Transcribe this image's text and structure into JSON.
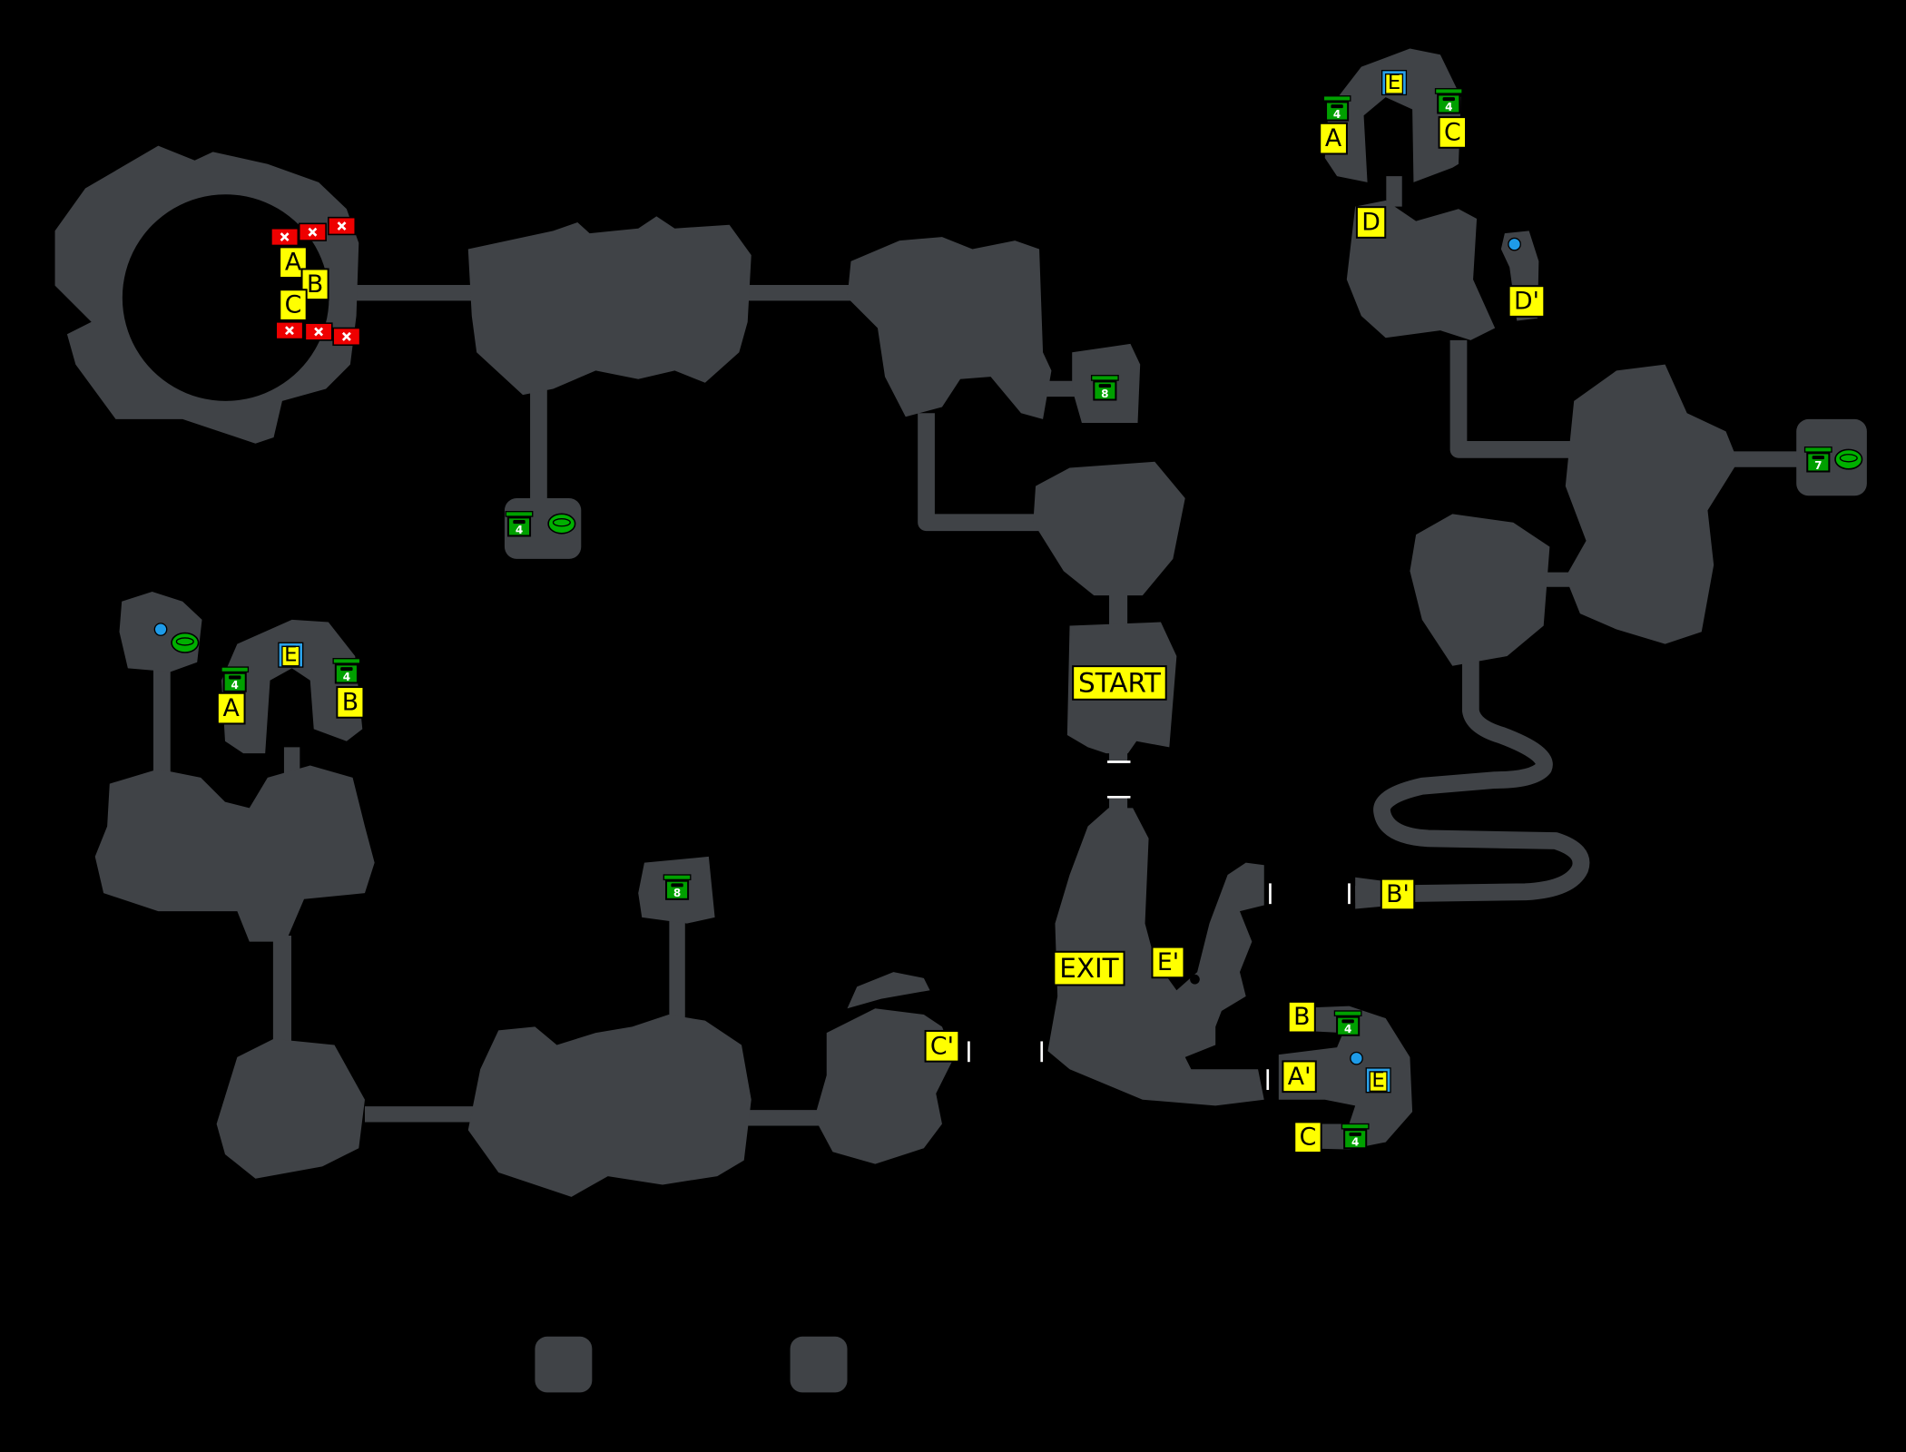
{
  "map": {
    "background": "#000000",
    "floor_color": "#404347",
    "label_color": "#ffff00",
    "chest_color": "#00a000",
    "marker_blue": "#1e9be8",
    "trap_red": "#ee0000",
    "start_label": "START",
    "exit_label": "EXIT",
    "ring_room": {
      "labels": [
        "A",
        "B",
        "C"
      ],
      "trap_count": 6
    },
    "top_right": {
      "labels": [
        "A",
        "C",
        "D",
        "D'"
      ],
      "warp": "E",
      "chests": [
        "4",
        "4"
      ]
    },
    "center": {
      "labels": [
        "E'",
        "B'",
        "C'"
      ]
    },
    "south_east": {
      "labels": [
        "B",
        "A'",
        "C"
      ],
      "warp": "E",
      "chests": [
        "4",
        "4"
      ]
    },
    "west": {
      "labels": [
        "A",
        "B"
      ],
      "warp": "E",
      "chests": [
        "4",
        "4"
      ]
    },
    "other_chests": [
      "8",
      "4",
      "7",
      "8"
    ]
  }
}
